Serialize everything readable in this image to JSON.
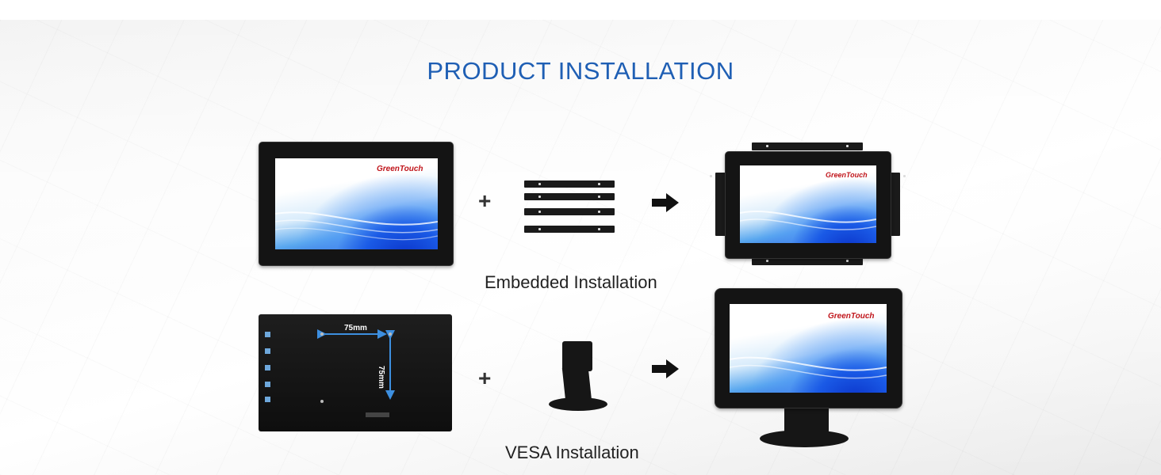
{
  "title": "PRODUCT INSTALLATION",
  "sections": {
    "embedded": {
      "caption": "Embedded Installation"
    },
    "vesa": {
      "caption": "VESA Installation",
      "width_label": "75mm",
      "height_label": "75mm"
    }
  },
  "brand": "GreenTouch",
  "operators": {
    "plus": "+"
  },
  "colors": {
    "title": "#1f5fb4",
    "brand": "#c0151b",
    "port": "#6ea8dc"
  }
}
